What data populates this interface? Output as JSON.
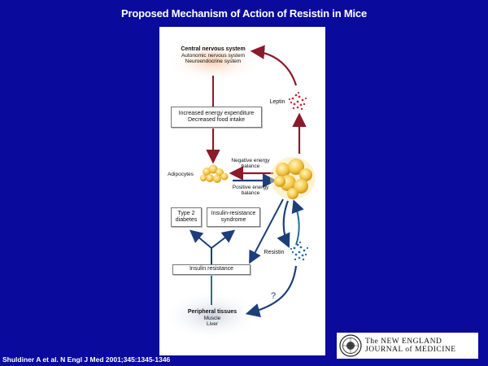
{
  "slide": {
    "title": "Proposed Mechanism of Action of Resistin in Mice",
    "citation": "Shuldiner A et al. N Engl J Med 2001;345:1345-1346"
  },
  "diagram": {
    "cns": {
      "title": "Central nervous system",
      "line1": "Autonomic nervous system",
      "line2": "Neuroendocrine system"
    },
    "leptin_label": "Leptin",
    "energy_box": {
      "line1": "Increased energy expenditure",
      "line2": "Decreased food intake"
    },
    "adipocytes_label": "Adipocytes",
    "negative_balance": {
      "line1": "Negative energy",
      "line2": "balance"
    },
    "positive_balance": {
      "line1": "Positive energy",
      "line2": "balance"
    },
    "type2_box": {
      "line1": "Type 2",
      "line2": "diabetes"
    },
    "insulin_syndrome_box": {
      "line1": "Insulin-resistance",
      "line2": "syndrome"
    },
    "resistin_label": "Resistin",
    "insulin_resistance_box": "Insulin resistance",
    "question_mark": "?",
    "peripheral": {
      "title": "Peripheral tissues",
      "line1": "Muscle",
      "line2": "Liver"
    },
    "colors": {
      "red_arrow": "#8b1a2a",
      "blue_arrow": "#1c3f7a",
      "teal_arrow": "#2a6f8c",
      "leptin_dots": "#cc2a3a",
      "resistin_dots": "#2a6ea8",
      "fat_cells": "#f5c94a"
    }
  },
  "logo": {
    "line1": "The NEW ENGLAND",
    "line2": "JOURNAL of MEDICINE"
  }
}
